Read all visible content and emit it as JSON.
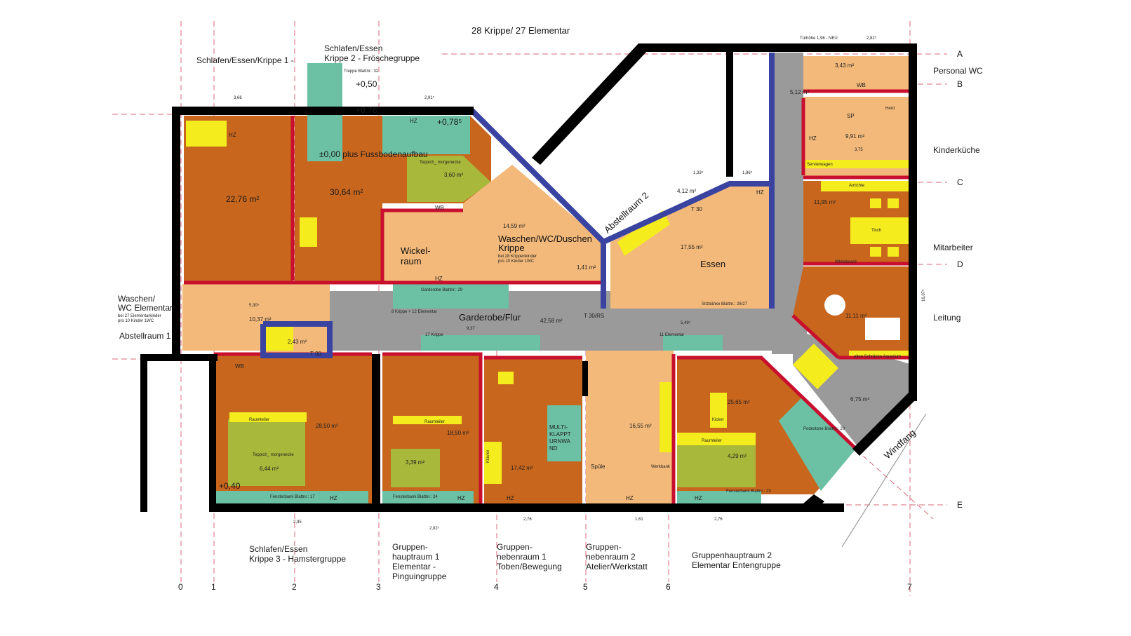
{
  "title": "28 Krippe/ 27 Elementar",
  "colors": {
    "orange": "#c8661e",
    "peach": "#f3b97a",
    "teal": "#6cc0a3",
    "olive": "#a8b83a",
    "yellow": "#f5ec1e",
    "grey": "#9a9a9a",
    "red": "#c8102e",
    "blue": "#3a44a0"
  },
  "grid": {
    "rows": [
      "A",
      "B",
      "C",
      "D",
      "E"
    ],
    "cols": [
      "0",
      "1",
      "2",
      "3",
      "4",
      "5",
      "6",
      "7"
    ]
  },
  "outside_labels": {
    "krippe1": "Schlafen/Essen/Krippe 1 -",
    "krippe2_l1": "Schlafen/Essen",
    "krippe2_l2": "Krippe 2 - Fröschegruppe",
    "personal_wc": "Personal WC",
    "kinderkueche": "Kinderküche",
    "mitarbeiter": "Mitarbeiter",
    "leitung": "Leitung",
    "wc_elem_l1": "Waschen/",
    "wc_elem_l2": "WC Elementar",
    "wc_elem_l3": "bei 27 Elementarkinder",
    "wc_elem_l4": "pro 10 Kinder 1WC",
    "abstell1": "Abstellraum 1",
    "krippe3_l1": "Schlafen/Essen",
    "krippe3_l2": "Krippe 3 - Hamstergruppe",
    "ghr1": [
      "Gruppen-",
      "hauptraum 1",
      "Elementar -",
      "Pinguingruppe"
    ],
    "gnr1": [
      "Gruppen-",
      "nebenraum 1",
      "Toben/Bewegung"
    ],
    "gnr2": [
      "Gruppen-",
      "nebenraum 2",
      "Atelier/Werkstatt"
    ],
    "ghr2": [
      "Gruppenhauptraum 2",
      "Elementar Entengruppe"
    ]
  },
  "rooms": {
    "wickel": [
      "Wickel-",
      "raum"
    ],
    "waschen": [
      "Waschen/WC/Duschen",
      "Krippe"
    ],
    "waschen_note": [
      "bei 28 Krippenkinder",
      "pro 10 Kinder 1WC"
    ],
    "flur": "Garderobe/Flur",
    "essen": "Essen",
    "abstell2": "Abstellraum 2",
    "windfang": "Windfang",
    "multi": [
      "MULTI-",
      "KLAPPT",
      "URNWA",
      "ND"
    ],
    "spuele": "Spüle"
  },
  "areas": {
    "k1": "22,76 m²",
    "k2": "30,64 m²",
    "tep1": "3,60 m²",
    "wasch": "14,59 m²",
    "flur": "42,58 m²",
    "essen": "17,55 m²",
    "abst2": "4,12 m²",
    "pwc": "3,43 m²",
    "vor": "5,12 m²",
    "kueche": "9,91 m²",
    "mitarb": "11,95 m²",
    "leitung": "11,11 m²",
    "wce": "10,37 m²",
    "abst1": "2,43 m²",
    "k3": "28,50 m²",
    "tep3": "6,44 m²",
    "ghr1": "18,50 m²",
    "tep_ghr1": "3,39 m²",
    "gnr1": "17,42 m²",
    "gnr2": "16,55 m²",
    "ghr2": "25,65 m²",
    "tep_ghr2": "4,29 m²",
    "wind": "6,75 m²",
    "dusch": "1,41 m²"
  },
  "levels": {
    "l050": "+0,50",
    "l076": "+0,76",
    "l078": "+0,78⁵",
    "l000": "±0,00 plus Fussbodenaufbau",
    "l040": "+0,40"
  },
  "marks": {
    "hz": "HZ",
    "wb": "WB",
    "sp": "SP",
    "t30": "T 30",
    "t30rs": "T 30/RS",
    "raumteiler": "Raumteiler",
    "teppich": "Teppich_ morgenecke",
    "tisch": "Tisch",
    "anrichte": "Anrichte",
    "herd": "Herd",
    "servierwagen": "Servierwagen",
    "klavier": "Klavier",
    "kicker": "Kicker",
    "werkbank": "Werkbank",
    "krippe8": "8 Krippe + 12 Elementar",
    "krippe17": "17 Krippe",
    "elem11": "11 Elementar",
    "garderobe": "Garderobe Blattnr.: 29",
    "treppe": "Treppe Blattnr.: 32",
    "whiteboard": "Whiteboard",
    "fensterbank17": "Fensterbank Blattnr.: 17",
    "fensterbank24": "Fensterbank Blattnr.: 24",
    "fensterbank23": "Fensterbank Blattnr.: 23",
    "podest": "Podestone Blattnr.: 20",
    "sitzbank": "Sitzbänke Blattnr.: 26/27",
    "aquarium": "alten Schränke Aquarium",
    "tuerhoehe": "Türhöhe 1,96 - NEU"
  },
  "dims": {
    "d1": "3,66",
    "d2": "2,91⁵",
    "d3": "2,82⁵",
    "d4": "9,37",
    "d5": "5,49⁵",
    "d6": "2,95",
    "d7": "2,82⁵",
    "d8": "2,76",
    "d9": "1,61",
    "d10": "2,76",
    "d11": "16,07⁵",
    "d12": "3,75",
    "d13": "5,30⁵",
    "d14": "1,33⁵",
    "d15": "1,86⁵"
  }
}
